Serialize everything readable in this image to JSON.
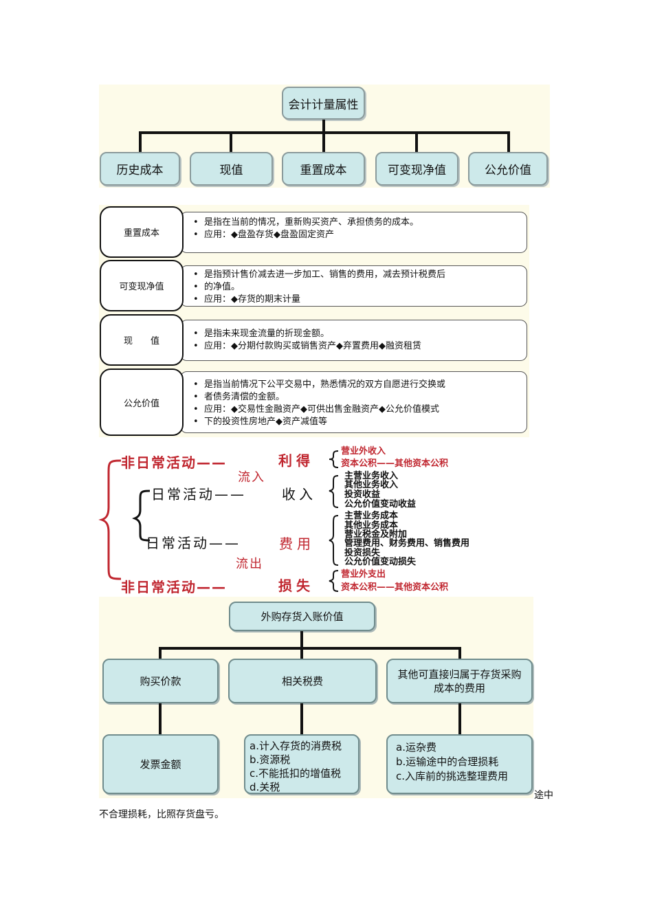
{
  "chart1": {
    "root": "会计计量属性",
    "children": [
      "历史成本",
      "现值",
      "重置成本",
      "可变现净值",
      "公允价值"
    ]
  },
  "defs": [
    {
      "label": "重置成本",
      "lines": [
        "是指在当前的情况，重新购买资产、承担债务的成本。",
        "应用：◆盘盈存货◆盘盈固定资产"
      ]
    },
    {
      "label": "可变现净值",
      "lines": [
        "是指预计售价减去进一步加工、销售的费用，减去预计税费后",
        "的净值。",
        "应用：◆存货的期末计量"
      ]
    },
    {
      "label": "现　　值",
      "lines": [
        "是指未来现金流量的折现金额。",
        "应用：◆分期付款购买或销售资产◆弃置费用◆融资租赁"
      ]
    },
    {
      "label": "公允价值",
      "lines": [
        "是指当前情况下公平交易中，熟悉情况的双方自愿进行交换或",
        "者债务清偿的金额。",
        "应用：◆交易性金融资产◆可供出售金融资产◆公允价值模式",
        "下的投资性房地产◆资产减值等"
      ]
    }
  ],
  "flow": {
    "top_left": "非日常活动——",
    "top_mid": "利得",
    "top_items": [
      "营业外收入",
      "资本公积——其他资本公积"
    ],
    "in_label": "流入",
    "daily_in": "日常活动——",
    "income": "收入",
    "income_items": [
      "主营业务收入",
      "其他业务收入",
      "投资收益",
      "公允价值变动收益"
    ],
    "daily_out": "日常活动——",
    "expense": "费用",
    "expense_items": [
      "主营业务成本",
      "其他业务成本",
      "营业税金及附加",
      "管理费用、财务费用、销售费用",
      "投资损失",
      "公允价值变动损失"
    ],
    "out_label": "流出",
    "bottom_left": "非日常活动——",
    "bottom_mid": "损失",
    "bottom_items": [
      "营业外支出",
      "资本公积——其他资本公积"
    ]
  },
  "chart2": {
    "root": "外购存货入账价值",
    "children": [
      "购买价款",
      "相关税费",
      "其他可直接归属于存货采购成本的费用"
    ],
    "leaf1": "发票金额",
    "leaf2": [
      "a.计入存货的消费税",
      "b.资源税",
      "c.不能抵扣的增值税",
      "d.关税"
    ],
    "leaf3": [
      "a.运杂费",
      "b.运输途中的合理损耗",
      "c.入库前的挑选整理费用"
    ]
  },
  "footer": {
    "tail": "途中",
    "line": "不合理损耗，比照存货盘亏。"
  }
}
